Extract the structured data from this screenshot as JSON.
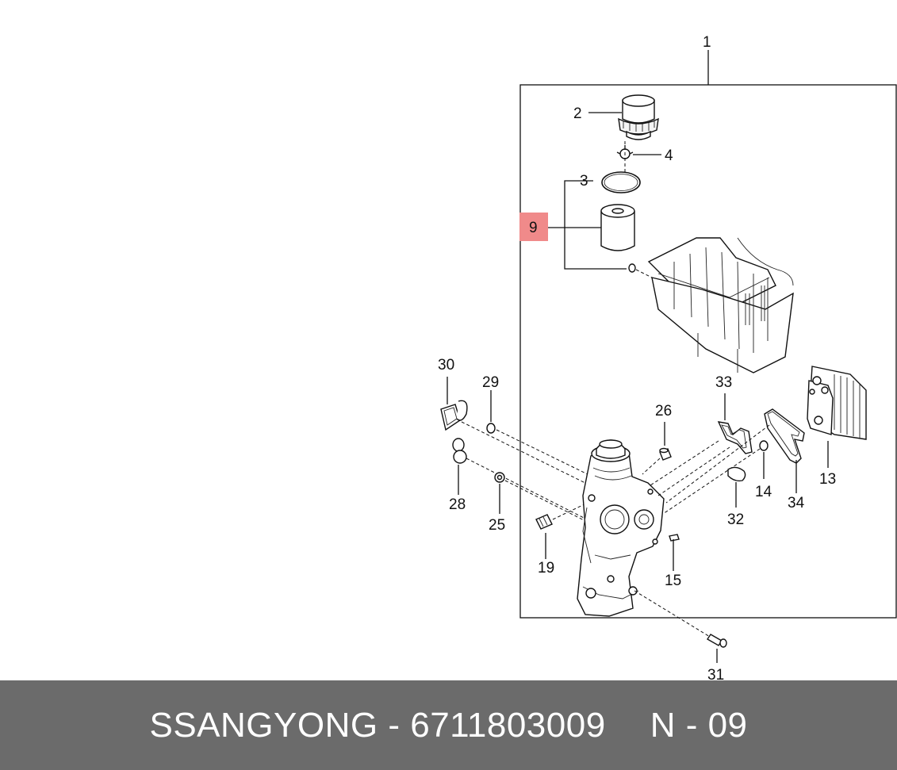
{
  "footer": {
    "brand": "SSANGYONG",
    "separator": "-",
    "part_number": "6711803009",
    "page_code": "N - 09"
  },
  "highlight_color": "#f08a8a",
  "callouts": {
    "c1": "1",
    "c2": "2",
    "c3": "3",
    "c4": "4",
    "c9": "9",
    "c13": "13",
    "c14": "14",
    "c15": "15",
    "c19": "19",
    "c25": "25",
    "c26": "26",
    "c28": "28",
    "c29": "29",
    "c30": "30",
    "c31": "31",
    "c32": "32",
    "c33": "33",
    "c34": "34"
  }
}
